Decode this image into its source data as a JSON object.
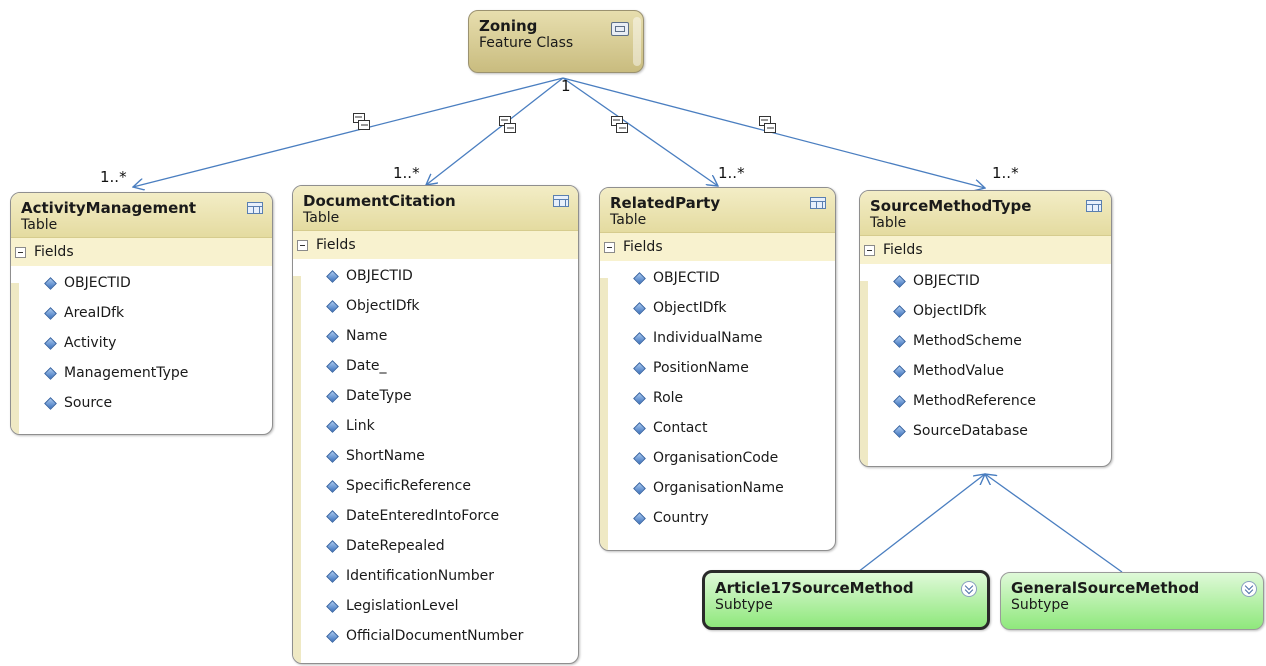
{
  "feature_class": {
    "name": "Zoning",
    "kind": "Feature Class",
    "icon": "feature-class-icon"
  },
  "relationships": {
    "origin_multiplicity": "1",
    "icon": "relationship-class-icon",
    "items": [
      {
        "target": "ActivityManagement",
        "multiplicity": "1..*"
      },
      {
        "target": "DocumentCitation",
        "multiplicity": "1..*"
      },
      {
        "target": "RelatedParty",
        "multiplicity": "1..*"
      },
      {
        "target": "SourceMethodType",
        "multiplicity": "1..*"
      }
    ]
  },
  "tables": [
    {
      "name": "ActivityManagement",
      "kind": "Table",
      "section": "Fields",
      "fields": [
        "OBJECTID",
        "AreaIDfk",
        "Activity",
        "ManagementType",
        "Source"
      ]
    },
    {
      "name": "DocumentCitation",
      "kind": "Table",
      "section": "Fields",
      "fields": [
        "OBJECTID",
        "ObjectIDfk",
        "Name",
        "Date_",
        "DateType",
        "Link",
        "ShortName",
        "SpecificReference",
        "DateEnteredIntoForce",
        "DateRepealed",
        "IdentificationNumber",
        "LegislationLevel",
        "OfficialDocumentNumber"
      ]
    },
    {
      "name": "RelatedParty",
      "kind": "Table",
      "section": "Fields",
      "fields": [
        "OBJECTID",
        "ObjectIDfk",
        "IndividualName",
        "PositionName",
        "Role",
        "Contact",
        "OrganisationCode",
        "OrganisationName",
        "Country"
      ]
    },
    {
      "name": "SourceMethodType",
      "kind": "Table",
      "section": "Fields",
      "fields": [
        "OBJECTID",
        "ObjectIDfk",
        "MethodScheme",
        "MethodValue",
        "MethodReference",
        "SourceDatabase"
      ]
    }
  ],
  "subtypes": [
    {
      "name": "Article17SourceMethod",
      "kind": "Subtype"
    },
    {
      "name": "GeneralSourceMethod",
      "kind": "Subtype"
    }
  ],
  "colors": {
    "connector": "#4a7ec0",
    "table_header": "#e4dba0",
    "feature_class": "#c9bc7f",
    "subtype": "#8fe87c"
  }
}
